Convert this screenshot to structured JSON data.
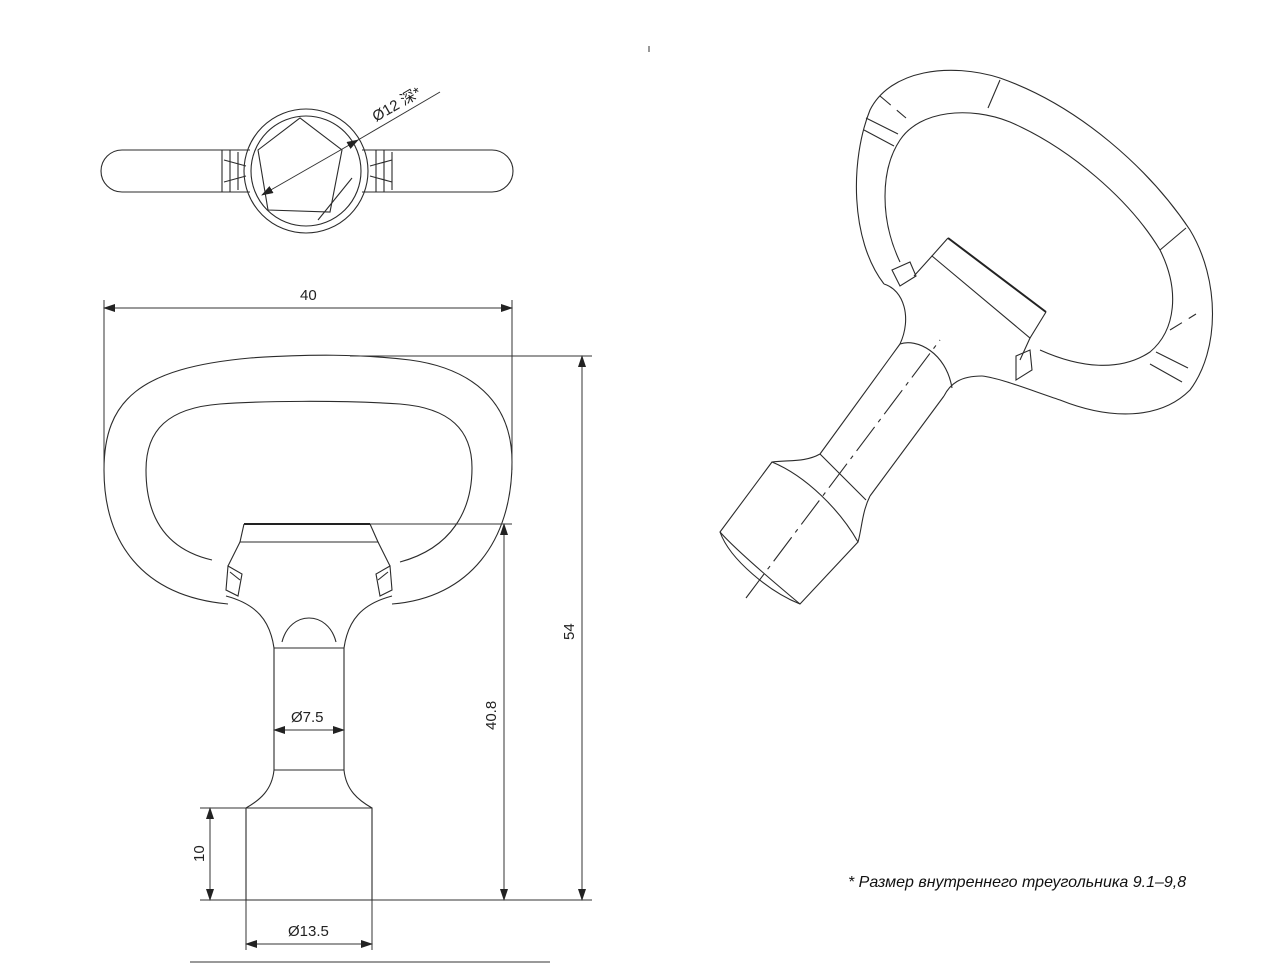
{
  "dimensions": {
    "width": "40",
    "height_total": "54",
    "height_shaft": "40.8",
    "head_length": "10",
    "shaft_diameter": "Ø7.5",
    "head_diameter": "Ø13.5",
    "socket": "Ø12 深*"
  },
  "note": "* Размер внутреннего треугольника 9.1–9,8"
}
